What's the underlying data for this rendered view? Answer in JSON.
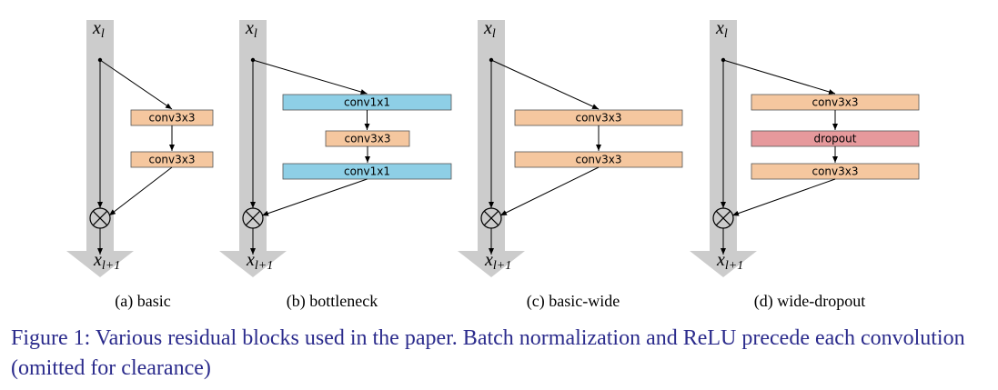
{
  "colors": {
    "trunk": "#cccccc",
    "conv_fill": "#f5c79f",
    "conv1x1_fill": "#8ecfe6",
    "dropout_fill": "#e6999c",
    "caption": "#2b2b8c"
  },
  "var_base": "x",
  "var_in_sub": "l",
  "var_out_sub": "l+1",
  "panels": [
    {
      "caption": "(a)  basic",
      "layers": [
        {
          "label": "conv3x3",
          "kind": "conv"
        },
        {
          "label": "conv3x3",
          "kind": "conv"
        }
      ]
    },
    {
      "caption": "(b)  bottleneck",
      "layers": [
        {
          "label": "conv1x1",
          "kind": "conv1x1"
        },
        {
          "label": "conv3x3",
          "kind": "conv"
        },
        {
          "label": "conv1x1",
          "kind": "conv1x1"
        }
      ]
    },
    {
      "caption": "(c)  basic-wide",
      "layers": [
        {
          "label": "conv3x3",
          "kind": "conv"
        },
        {
          "label": "conv3x3",
          "kind": "conv"
        }
      ]
    },
    {
      "caption": "(d)  wide-dropout",
      "layers": [
        {
          "label": "conv3x3",
          "kind": "conv"
        },
        {
          "label": "dropout",
          "kind": "dropout"
        },
        {
          "label": "conv3x3",
          "kind": "conv"
        }
      ]
    }
  ],
  "figure_caption": "Figure 1: Various residual blocks used in the paper. Batch normalization and ReLU precede each convolution (omitted for clearance)"
}
